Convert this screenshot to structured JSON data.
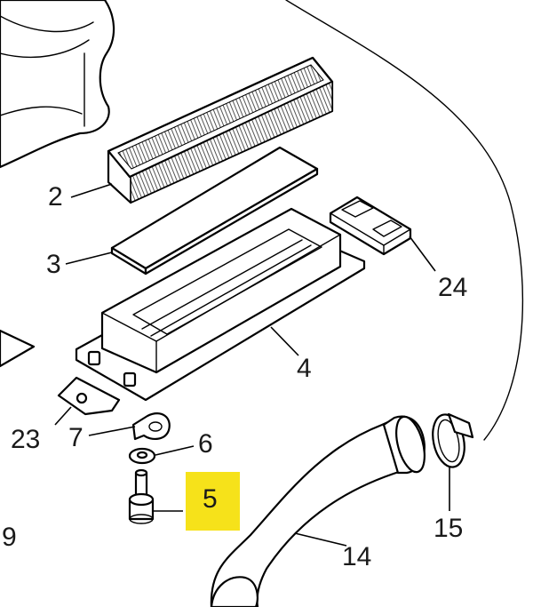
{
  "labels": {
    "l2": "2",
    "l3": "3",
    "l4": "4",
    "l5": "5",
    "l6": "6",
    "l7": "7",
    "l9": "9",
    "l14": "14",
    "l15": "15",
    "l23": "23",
    "l24": "24"
  },
  "colors": {
    "highlight": "#f6e21a",
    "line": "#000000",
    "text": "#1a1a1a",
    "filter_media": "#6b6b6b"
  },
  "highlighted_label": "5"
}
